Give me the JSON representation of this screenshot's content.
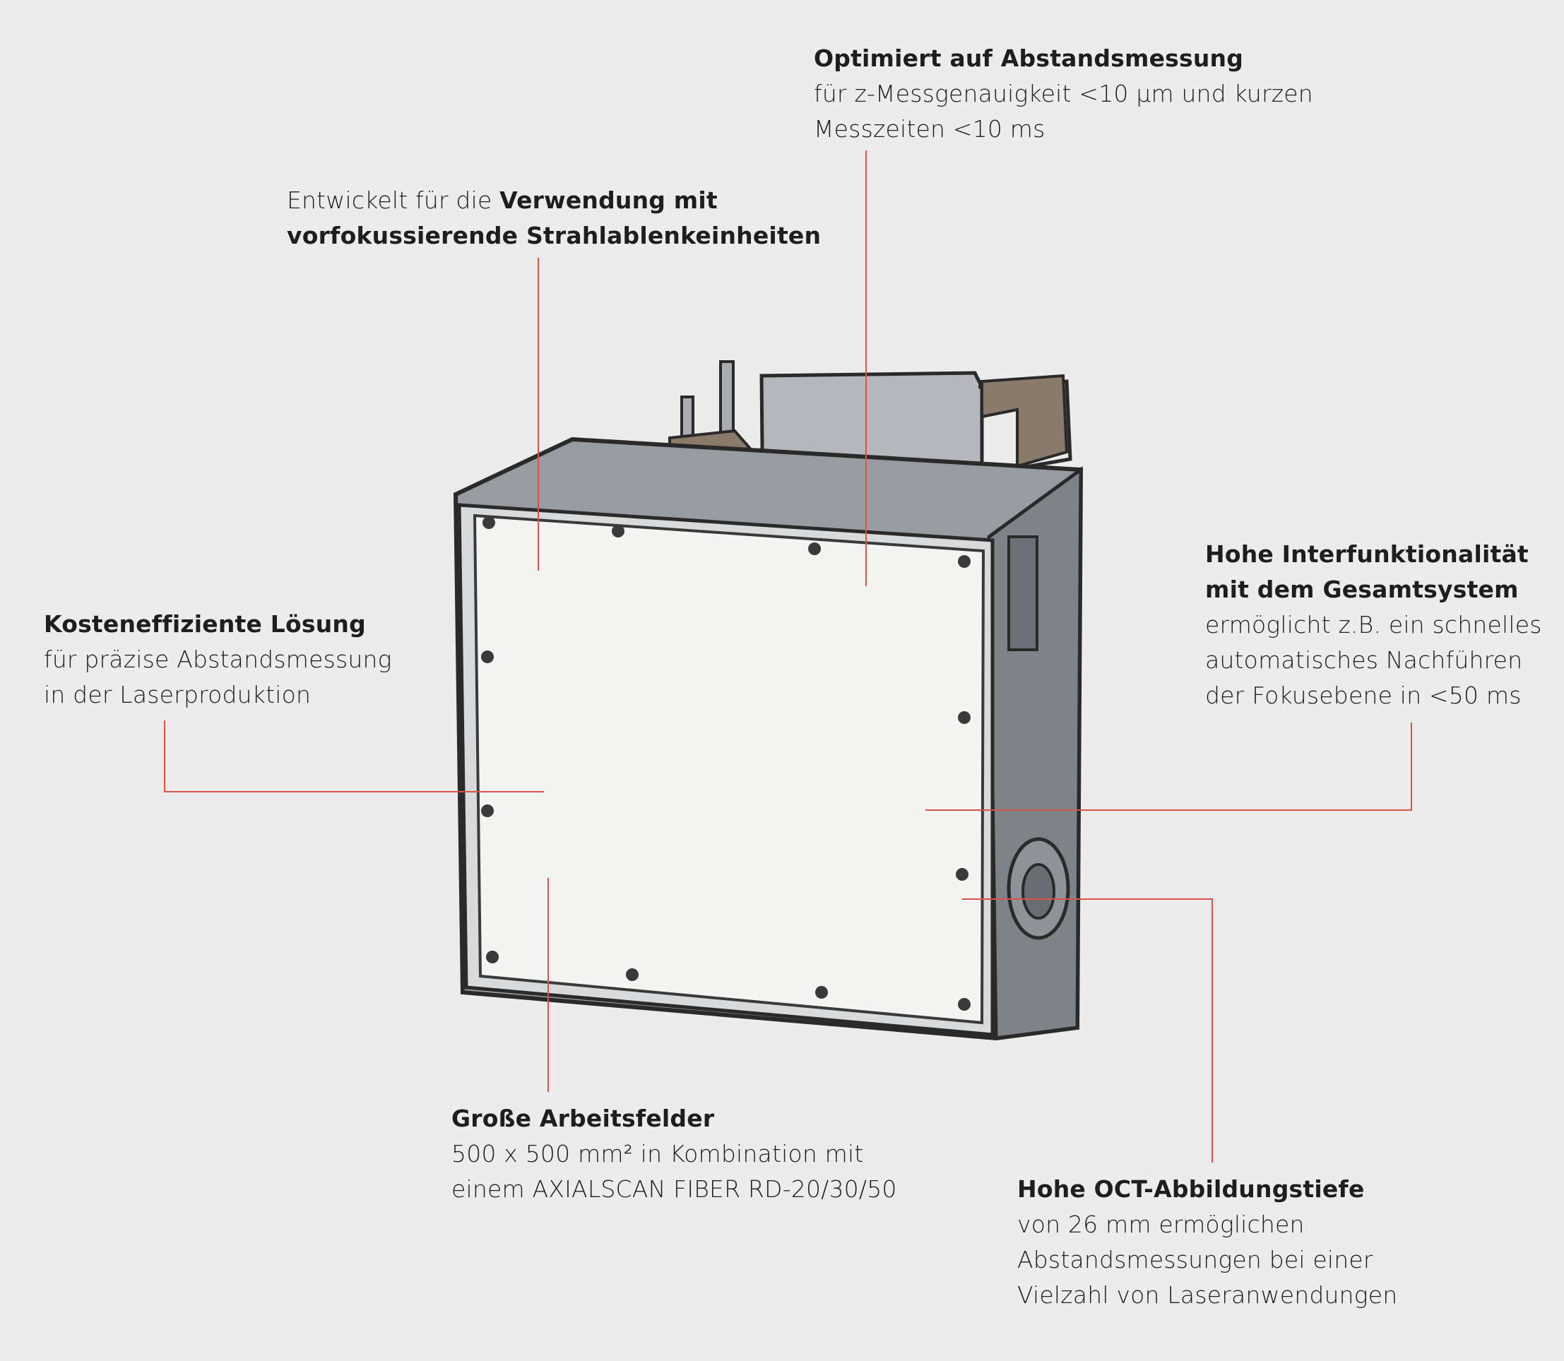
{
  "callouts": {
    "abstand": {
      "title": "Optimiert auf Abstandsmessung",
      "line1": "für z-Messgenauigkeit <10 µm und kurzen",
      "line2": "Messzeiten <10 ms"
    },
    "verwendung": {
      "prefix": "Entwickelt für die ",
      "bold1": "Verwendung mit",
      "bold2": "vorfokussierende Strahlablenkeinheiten"
    },
    "kosten": {
      "title": "Kosteneffiziente Lösung",
      "line1": "für präzise Abstandsmessung",
      "line2": "in der Laserproduktion"
    },
    "interfunktion": {
      "title1": "Hohe Interfunktionalität",
      "title2": "mit dem Gesamtsystem",
      "line1": "ermöglicht z.B. ein schnelles",
      "line2": "automatisches Nachführen",
      "line3": "der Fokusebene in <50 ms"
    },
    "arbeitsfelder": {
      "title": "Große Arbeitsfelder",
      "line1": "500 x 500 mm² in Kombination mit",
      "line2": "einem AXIALSCAN FIBER RD-20/30/50"
    },
    "oct": {
      "title": "Hohe OCT-Abbildungstiefe",
      "line1": "von 26 mm ermöglichen",
      "line2": "Abstandsmessungen bei einer",
      "line3": "Vielzahl von Laseranwendungen"
    }
  },
  "colors": {
    "background": "#ececec",
    "leader_line": "#d9534a",
    "housing": "#8e9399",
    "panel": "#f4f4f3"
  }
}
